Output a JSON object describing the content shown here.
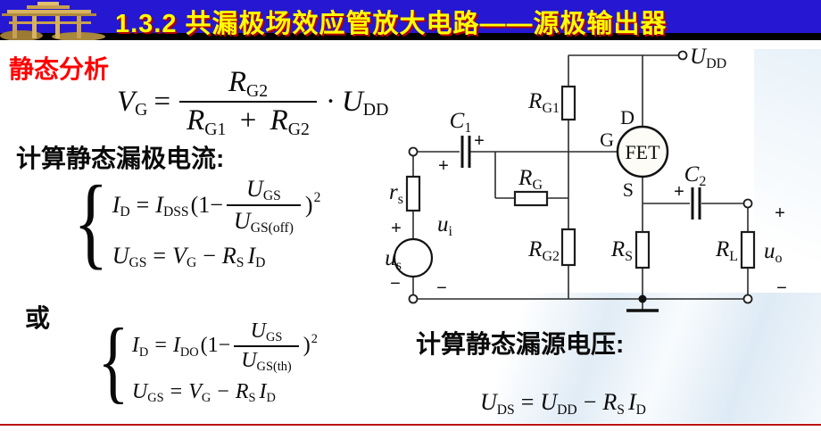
{
  "colors": {
    "title_bar_blue": "#2517D2",
    "title_text_yellow": "#FFFF00",
    "title_shadow_red": "#B00000",
    "heading_red": "#FF0000",
    "bottom_line_red": "#BE1212",
    "logo_gold": "#C8A050"
  },
  "header": {
    "title": "1.3.2 共漏极场效应管放大电路——源极输出器"
  },
  "left": {
    "static_analysis": "静态分析",
    "calc_drain_current": "计算静态漏极电流:",
    "or_label": "或",
    "brace": "{",
    "vg": {
      "lhs": "V",
      "lhs_sub": "G",
      "eq": "=",
      "num": "R",
      "num_sub": "G2",
      "den_a": "R",
      "den_a_sub": "G1",
      "plus": "+",
      "den_b": "R",
      "den_b_sub": "G2",
      "cdot": "·",
      "rhs": "U",
      "rhs_sub": "DD"
    },
    "sys1": {
      "l1": {
        "lhs": "I",
        "lhs_sub": "D",
        "eq": "=",
        "coef": "I",
        "coef_sub": "DSS",
        "open": "(1−",
        "num": "U",
        "num_sub": "GS",
        "den": "U",
        "den_sub": "GS(off)",
        "close": ")",
        "sup": "2"
      },
      "l2": {
        "lhs": "U",
        "lhs_sub": "GS",
        "eq": "=",
        "a": "V",
        "a_sub": "G",
        "minus": "−",
        "b": "R",
        "b_sub": "S",
        "c": "I",
        "c_sub": "D"
      }
    },
    "sys2": {
      "l1": {
        "lhs": "I",
        "lhs_sub": "D",
        "eq": "=",
        "coef": "I",
        "coef_sub": "DO",
        "open": "(1−",
        "num": "U",
        "num_sub": "GS",
        "den": "U",
        "den_sub": "GS(th)",
        "close": ")",
        "sup": "2"
      },
      "l2": {
        "lhs": "U",
        "lhs_sub": "GS",
        "eq": "=",
        "a": "V",
        "a_sub": "G",
        "minus": "−",
        "b": "R",
        "b_sub": "S",
        "c": "I",
        "c_sub": "D"
      }
    }
  },
  "right": {
    "calc_ds_voltage": "计算静态漏源电压:",
    "uds": {
      "lhs": "U",
      "lhs_sub": "DS",
      "eq": "=",
      "a": "U",
      "a_sub": "DD",
      "minus": "−",
      "b": "R",
      "b_sub": "S",
      "c": "I",
      "c_sub": "D"
    }
  },
  "circuit": {
    "udd": {
      "b": "U",
      "s": "DD"
    },
    "rg1": {
      "b": "R",
      "s": "G1"
    },
    "rg": {
      "b": "R",
      "s": "G"
    },
    "rg2": {
      "b": "R",
      "s": "G2"
    },
    "rs_src": {
      "b": "r",
      "s": "s"
    },
    "us": {
      "b": "u",
      "s": "s"
    },
    "ui": {
      "b": "u",
      "s": "i"
    },
    "uo": {
      "b": "u",
      "s": "o"
    },
    "c1": {
      "b": "C",
      "s": "1"
    },
    "c2": {
      "b": "C",
      "s": "2"
    },
    "rS": {
      "b": "R",
      "s": "S"
    },
    "rL": {
      "b": "R",
      "s": "L"
    },
    "fet": "FET",
    "term_d": "D",
    "term_g": "G",
    "term_s": "S",
    "plus": "+",
    "minus": "−"
  }
}
